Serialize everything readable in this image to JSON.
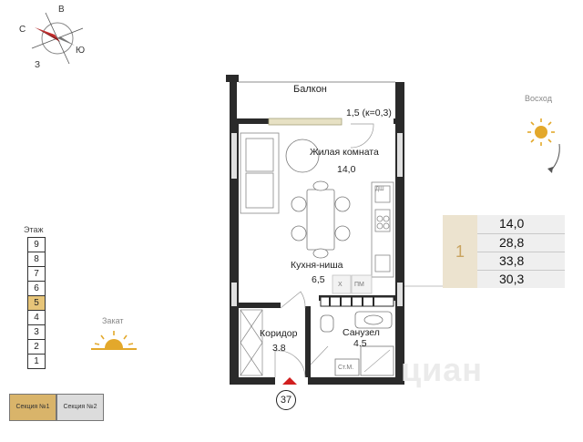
{
  "compass": {
    "north": "С",
    "east": "В",
    "south": "Ю",
    "west": "З"
  },
  "sunrise": {
    "label": "Восход"
  },
  "sunset": {
    "label": "Закат"
  },
  "floor_selector": {
    "title": "Этаж",
    "floors": [
      "9",
      "8",
      "7",
      "6",
      "5",
      "4",
      "3",
      "2",
      "1"
    ],
    "active": "5"
  },
  "sections": [
    {
      "label": "Секция №1",
      "active": true
    },
    {
      "label": "Секция №2",
      "active": false
    }
  ],
  "plan": {
    "balcony": {
      "name": "Балкон",
      "area": "1,5 (к=0,3)"
    },
    "living": {
      "name": "Жилая комната",
      "area": "14,0"
    },
    "kitchen": {
      "name": "Кухня-ниша",
      "area": "6,5"
    },
    "corridor": {
      "name": "Коридор",
      "area": "3.8"
    },
    "bathroom": {
      "name": "Санузел",
      "area": "4.5"
    },
    "fridge": "Х",
    "dishwasher": "ПМ",
    "washer": "Ст.М.",
    "appliance_side": "ДШ",
    "apartment_number": "37"
  },
  "areas": {
    "index": "1",
    "values": [
      "14,0",
      "28,8",
      "33,8",
      "30,3"
    ]
  },
  "watermark": "циан",
  "colors": {
    "accent": "#e7c579",
    "section_active": "#d9b46a",
    "entrance": "#d11f1f",
    "wall": "#2a2a2a"
  }
}
